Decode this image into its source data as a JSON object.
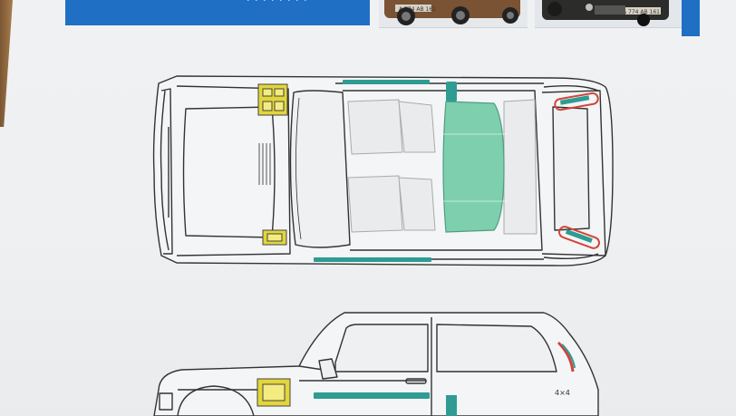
{
  "banner": {
    "text": "· · · · · · · ·",
    "color": "#1f6fc4"
  },
  "photos": [
    {
      "car_color": "#7a5234",
      "plate": "А 774 АВ 161"
    },
    {
      "car_color": "#2c2c2a",
      "plate": "А 774 АВ 161"
    }
  ],
  "badge": {
    "text": "4×4"
  },
  "colors": {
    "outline": "#333333",
    "teal": "#2e9c92",
    "green_panel": "#7ecfae",
    "yellow_part": "#e2d63a",
    "red_mark": "#d2453a"
  }
}
